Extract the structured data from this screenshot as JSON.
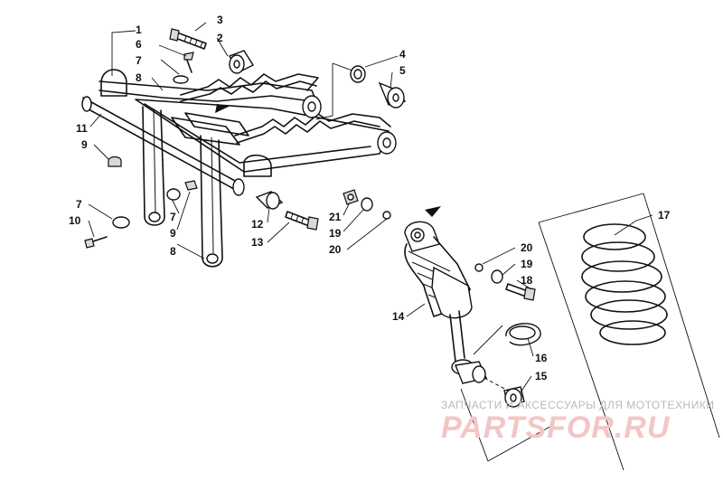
{
  "callouts": {
    "c1": "1",
    "c2": "2",
    "c3": "3",
    "c4": "4",
    "c5": "5",
    "c6": "6",
    "c7a": "7",
    "c8a": "8",
    "c11": "11",
    "c9a": "9",
    "c7b": "7",
    "c10": "10",
    "c7c": "7",
    "c9b": "9",
    "c8b": "8",
    "c12": "12",
    "c13": "13",
    "c21": "21",
    "c19a": "19",
    "c20a": "20",
    "c20b": "20",
    "c19b": "19",
    "c18": "18",
    "c14": "14",
    "c16": "16",
    "c15": "15",
    "c17": "17"
  },
  "watermark": {
    "tagline": "ЗАПЧАСТИ И АКСЕССУАРЫ ДЛЯ МОТОТЕХНИКИ",
    "logo": "PARTSFOR.RU"
  },
  "colors": {
    "line": "#111111",
    "watermark_text": "#b9b9b9",
    "watermark_logo": "#f3c6c6"
  }
}
